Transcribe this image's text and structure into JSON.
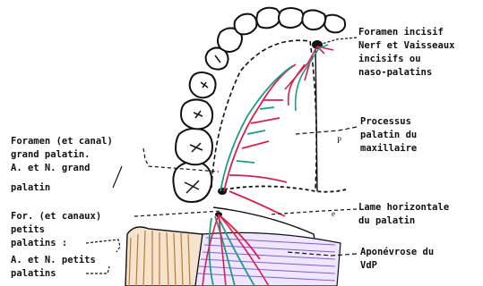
{
  "labels": {
    "foramen_incisif": "Foramen incisif",
    "nerf_vaisseaux_1": "Nerf et Vaisseaux",
    "nerf_vaisseaux_2": "incisifs ou",
    "nerf_vaisseaux_3": "naso-palatins",
    "processus_1": "Processus",
    "processus_2": "palatin du",
    "processus_3": "maxillaire",
    "foramen_grand_1": "Foramen (et canal)",
    "foramen_grand_2": "grand palatin.",
    "foramen_grand_3": "A. et N. grand",
    "foramen_grand_4": "palatin",
    "lame_1": "Lame horizontale",
    "lame_2": "du palatin",
    "for_petits_1": "For. (et canaux)",
    "for_petits_2": "petits",
    "for_petits_3": "palatins :",
    "for_petits_4": "A. et N. petits",
    "for_petits_5": "palatins",
    "aponevrose_1": "Aponévrose du",
    "aponevrose_2": "VdP"
  },
  "colors": {
    "artery": "#d8204f",
    "nerve": "#1f9a88",
    "aponeurosis": "#8a5ad0",
    "soft_palate": "#c07a2a",
    "outline": "#111111"
  }
}
